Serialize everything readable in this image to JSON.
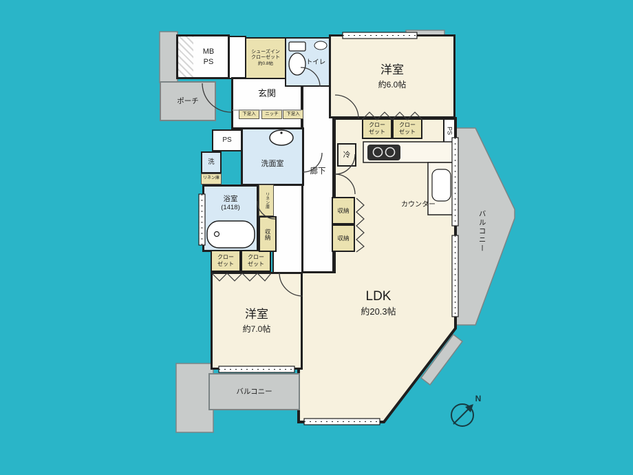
{
  "colors": {
    "background": "#2ab5c8",
    "room_cream": "#f7f1de",
    "wet_area_blue": "#d8e9f5",
    "closet_yellow": "#ebe2b0",
    "concrete_gray": "#c8cbca",
    "wall_black": "#1f1f1f"
  },
  "rooms": {
    "bedroom6": {
      "name": "洋室",
      "size": "約6.0帖"
    },
    "bedroom7": {
      "name": "洋室",
      "size": "約7.0帖"
    },
    "ldk": {
      "name": "LDK",
      "size": "約20.3帖"
    },
    "entrance": {
      "name": "玄関"
    },
    "hallway": {
      "name": "廊下"
    },
    "washroom": {
      "name": "洗面室"
    },
    "bathroom": {
      "name": "浴室",
      "size": "(1418)"
    },
    "toilet": {
      "name": "トイレ"
    },
    "porch": {
      "name": "ポーチ"
    },
    "balcony_right": {
      "name": "バルコニー"
    },
    "balcony_bottom": {
      "name": "バルコニー"
    }
  },
  "storage": {
    "shoes_closet": {
      "line1": "シューズイン",
      "line2": "クローゼット",
      "size": "約0.8帖"
    },
    "closet": {
      "line1": "クロー",
      "line2": "ゼット"
    },
    "storage_label": "収納",
    "linen_label": "リネン庫",
    "shoe_box_label": "下足入",
    "niche_label": "ニッチ"
  },
  "utilities": {
    "mb": "MB",
    "ps": "PS",
    "washer": "洗",
    "fridge": "冷",
    "counter": "カウンター"
  },
  "compass": {
    "north": "N"
  }
}
